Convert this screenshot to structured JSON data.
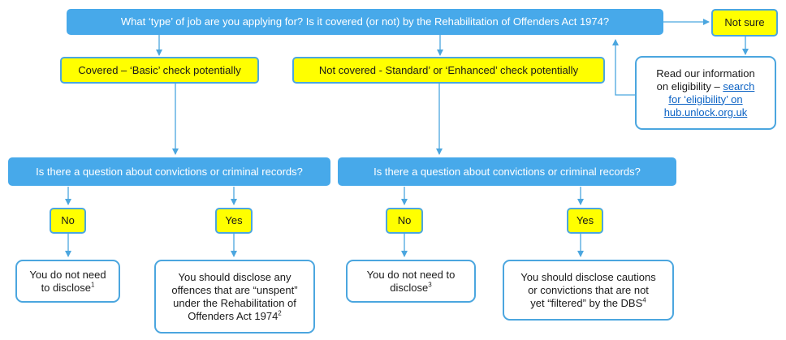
{
  "top_question": "What ‘type’ of job are you applying for? Is it covered (or not) by the Rehabilitation of Offenders Act 1974?",
  "not_sure": "Not sure",
  "info_box": {
    "line1": "Read our information",
    "line2_prefix": "on eligibility – ",
    "link_part1": "search",
    "link_part2": "for ‘eligibility’ on",
    "link_part3": "hub.unlock.org.uk"
  },
  "covered": "Covered – ‘Basic’ check potentially",
  "not_covered": "Not covered - Standard’ or ‘Enhanced’ check potentially",
  "left_question": "Is there a question about convictions or criminal records?",
  "right_question": "Is there a question about convictions or criminal records?",
  "no_label": "No",
  "yes_label": "Yes",
  "outcomes": {
    "left_no": {
      "line1": "You do not need",
      "line2": "to disclose",
      "sup": "1"
    },
    "left_yes": {
      "line1": "You should disclose any",
      "line2": "offences that are “unspent”",
      "line3": "under the Rehabilitation of",
      "line4": "Offenders Act 1974",
      "sup": "2"
    },
    "right_no": {
      "line1": "You do not need to",
      "line2": "disclose",
      "sup": "3"
    },
    "right_yes": {
      "line1": "You should disclose cautions",
      "line2": "or convictions that are not",
      "line3": "yet “filtered” by the DBS",
      "sup": "4"
    }
  },
  "colors": {
    "blue_box": "#47a9ea",
    "yellow_box": "#ffff00",
    "border": "#4ba6df",
    "link": "#0b62c4"
  }
}
